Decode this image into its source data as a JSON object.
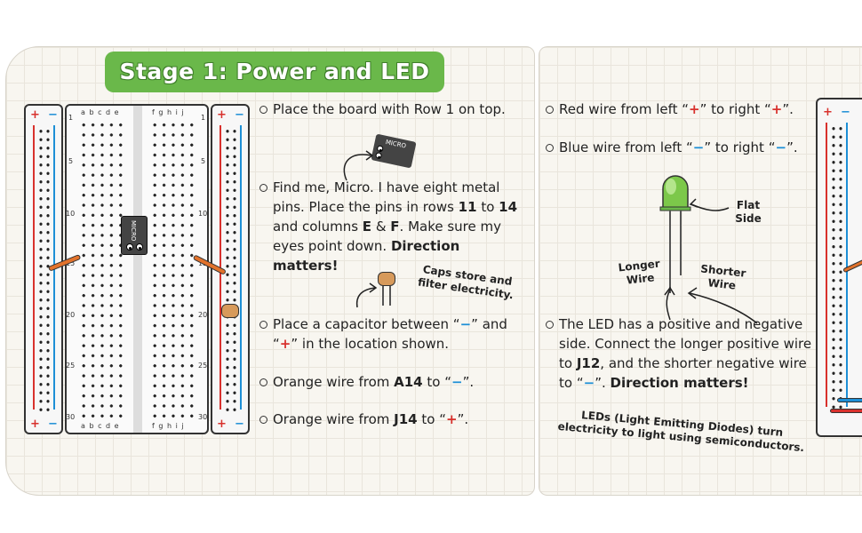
{
  "title": "Stage 1: Power and LED",
  "breadboard": {
    "col_labels_left": "a b c d e",
    "col_labels_right": "f g h i j",
    "row_numbers": [
      "1",
      "5",
      "10",
      "15",
      "20",
      "25",
      "30"
    ],
    "plus": "+",
    "minus": "−"
  },
  "chip_label": "MICRO",
  "steps_left": [
    {
      "segments": [
        {
          "t": "Place the board with Row 1 on top.",
          "b": false
        }
      ]
    },
    {
      "segments": [
        {
          "t": "Find me, Micro. I have eight metal pins. Place the pins in rows ",
          "b": false
        },
        {
          "t": "11",
          "b": true
        },
        {
          "t": " to ",
          "b": false
        },
        {
          "t": "14",
          "b": true
        },
        {
          "t": " and columns ",
          "b": false
        },
        {
          "t": "E",
          "b": true
        },
        {
          "t": " & ",
          "b": false
        },
        {
          "t": "F",
          "b": true
        },
        {
          "t": ".  Make sure my eyes point down. ",
          "b": false
        },
        {
          "t": "Direction matters!",
          "b": true
        }
      ]
    },
    {
      "segments": [
        {
          "t": "Place a capacitor between “",
          "b": false
        },
        {
          "t": "−",
          "b": true,
          "c": "blue"
        },
        {
          "t": "” and “",
          "b": false
        },
        {
          "t": "+",
          "b": true,
          "c": "red"
        },
        {
          "t": "” in the location shown.",
          "b": false
        }
      ]
    },
    {
      "segments": [
        {
          "t": "Orange wire from ",
          "b": false
        },
        {
          "t": "A14",
          "b": true
        },
        {
          "t": " to “",
          "b": false
        },
        {
          "t": "−",
          "b": true,
          "c": "blue"
        },
        {
          "t": "”.",
          "b": false
        }
      ]
    },
    {
      "segments": [
        {
          "t": "Orange wire from ",
          "b": false
        },
        {
          "t": "J14",
          "b": true
        },
        {
          "t": " to “",
          "b": false
        },
        {
          "t": "+",
          "b": true,
          "c": "red"
        },
        {
          "t": "”.",
          "b": false
        }
      ]
    }
  ],
  "steps_right": [
    {
      "segments": [
        {
          "t": "Red wire from left “",
          "b": false
        },
        {
          "t": "+",
          "b": true,
          "c": "red"
        },
        {
          "t": "” to right “",
          "b": false
        },
        {
          "t": "+",
          "b": true,
          "c": "red"
        },
        {
          "t": "”.",
          "b": false
        }
      ]
    },
    {
      "segments": [
        {
          "t": "Blue wire from left “",
          "b": false
        },
        {
          "t": "−",
          "b": true,
          "c": "blue"
        },
        {
          "t": "” to right “",
          "b": false
        },
        {
          "t": "−",
          "b": true,
          "c": "blue"
        },
        {
          "t": "”.",
          "b": false
        }
      ]
    },
    {
      "segments": [
        {
          "t": "The LED has a positive and negative side. Connect the longer positive wire to ",
          "b": false
        },
        {
          "t": "J12",
          "b": true
        },
        {
          "t": ", and the shorter negative wire to “",
          "b": false
        },
        {
          "t": "−",
          "b": true,
          "c": "blue"
        },
        {
          "t": "”. ",
          "b": false
        },
        {
          "t": "Direction matters!",
          "b": true
        }
      ]
    }
  ],
  "notes": {
    "caps": "Caps store and filter electricity.",
    "flat_side": "Flat Side",
    "longer_wire": "Longer Wire",
    "shorter_wire": "Shorter Wire",
    "leds": "LEDs (Light Emitting Diodes) turn electricity to light using semiconductors."
  },
  "colors": {
    "green": "#6ab84a",
    "red": "#d8312d",
    "blue": "#1d8fd6",
    "orange": "#e2722b"
  }
}
